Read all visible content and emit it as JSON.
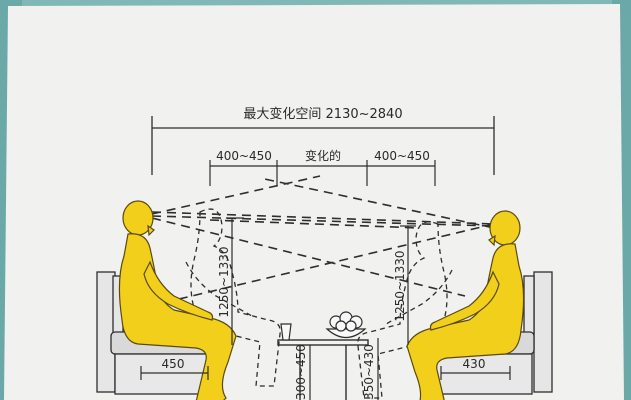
{
  "diagram": {
    "overall_span_label": "最大变化空间 2130~2840",
    "left_reach_label": "400~450",
    "middle_label": "变化的",
    "right_reach_label": "400~450",
    "left_eye_height_label": "1250~1330",
    "right_eye_height_label": "1250~1330",
    "left_seat_depth_label": "450",
    "right_seat_depth_label": "430",
    "table_height_label": "300~450",
    "leg_clearance_label": "350~430"
  },
  "colors": {
    "figure_fill": "#f1cf1b",
    "figure_stroke": "#5b4a10",
    "line": "#2e2e2e",
    "paper": "#f1f1ef",
    "cushion": "#d9d9d9"
  }
}
